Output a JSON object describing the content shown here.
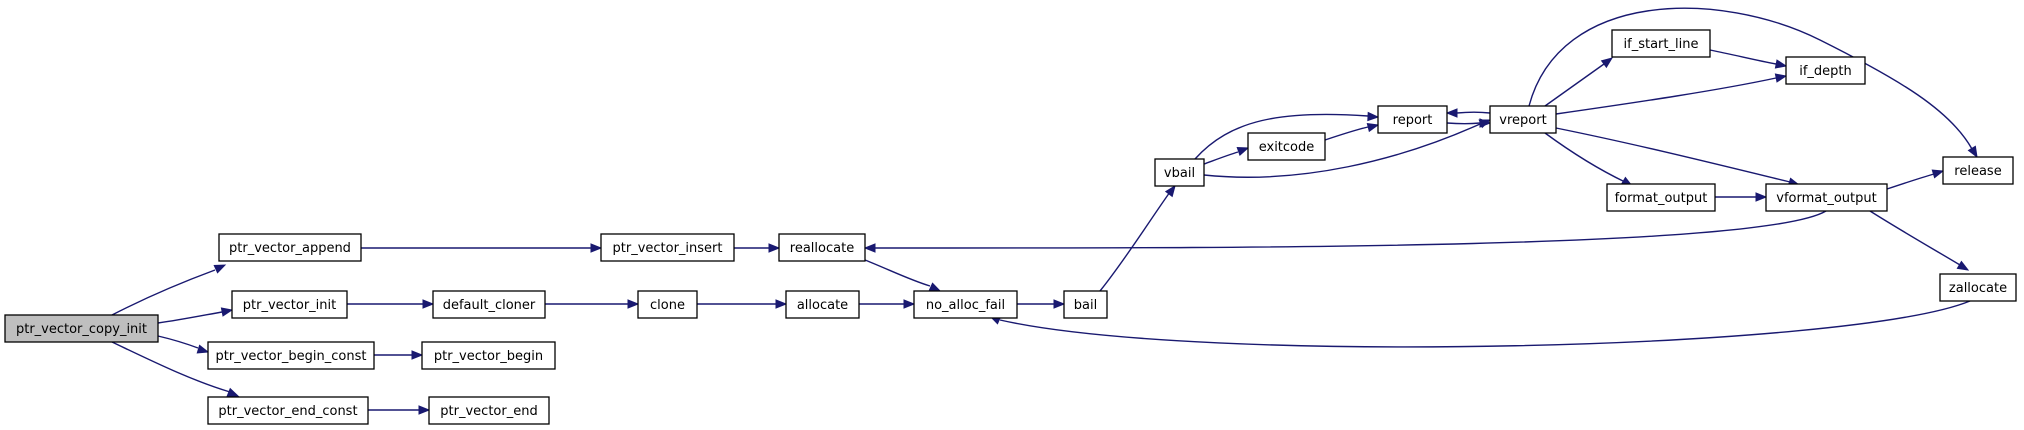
{
  "graph": {
    "colors": {
      "edge": "#191970",
      "root_fill": "#bfbfbf",
      "node_fill": "#ffffff",
      "border": "#000000"
    },
    "nodes": [
      {
        "id": "ptr_vector_copy_init",
        "label": "ptr_vector_copy_init",
        "root": true
      },
      {
        "id": "ptr_vector_append",
        "label": "ptr_vector_append"
      },
      {
        "id": "ptr_vector_init",
        "label": "ptr_vector_init"
      },
      {
        "id": "ptr_vector_begin_const",
        "label": "ptr_vector_begin_const"
      },
      {
        "id": "ptr_vector_end_const",
        "label": "ptr_vector_end_const"
      },
      {
        "id": "ptr_vector_insert",
        "label": "ptr_vector_insert"
      },
      {
        "id": "default_cloner",
        "label": "default_cloner"
      },
      {
        "id": "ptr_vector_begin",
        "label": "ptr_vector_begin"
      },
      {
        "id": "ptr_vector_end",
        "label": "ptr_vector_end"
      },
      {
        "id": "reallocate",
        "label": "reallocate"
      },
      {
        "id": "clone",
        "label": "clone"
      },
      {
        "id": "allocate",
        "label": "allocate"
      },
      {
        "id": "no_alloc_fail",
        "label": "no_alloc_fail"
      },
      {
        "id": "bail",
        "label": "bail"
      },
      {
        "id": "vbail",
        "label": "vbail"
      },
      {
        "id": "exitcode",
        "label": "exitcode"
      },
      {
        "id": "report",
        "label": "report"
      },
      {
        "id": "vreport",
        "label": "vreport"
      },
      {
        "id": "if_start_line",
        "label": "if_start_line"
      },
      {
        "id": "if_depth",
        "label": "if_depth"
      },
      {
        "id": "format_output",
        "label": "format_output"
      },
      {
        "id": "vformat_output",
        "label": "vformat_output"
      },
      {
        "id": "release",
        "label": "release"
      },
      {
        "id": "zallocate",
        "label": "zallocate"
      }
    ],
    "edges": [
      {
        "from": "ptr_vector_copy_init",
        "to": "ptr_vector_append"
      },
      {
        "from": "ptr_vector_copy_init",
        "to": "ptr_vector_init"
      },
      {
        "from": "ptr_vector_copy_init",
        "to": "ptr_vector_begin_const"
      },
      {
        "from": "ptr_vector_copy_init",
        "to": "ptr_vector_end_const"
      },
      {
        "from": "ptr_vector_append",
        "to": "ptr_vector_insert"
      },
      {
        "from": "ptr_vector_insert",
        "to": "reallocate"
      },
      {
        "from": "reallocate",
        "to": "no_alloc_fail"
      },
      {
        "from": "ptr_vector_init",
        "to": "default_cloner"
      },
      {
        "from": "default_cloner",
        "to": "clone"
      },
      {
        "from": "clone",
        "to": "allocate"
      },
      {
        "from": "allocate",
        "to": "no_alloc_fail"
      },
      {
        "from": "no_alloc_fail",
        "to": "bail"
      },
      {
        "from": "bail",
        "to": "vbail"
      },
      {
        "from": "vbail",
        "to": "report"
      },
      {
        "from": "vbail",
        "to": "exitcode"
      },
      {
        "from": "vbail",
        "to": "vreport"
      },
      {
        "from": "exitcode",
        "to": "report"
      },
      {
        "from": "report",
        "to": "vreport"
      },
      {
        "from": "vreport",
        "to": "report"
      },
      {
        "from": "vreport",
        "to": "if_start_line"
      },
      {
        "from": "vreport",
        "to": "if_depth"
      },
      {
        "from": "vreport",
        "to": "release"
      },
      {
        "from": "vreport",
        "to": "format_output"
      },
      {
        "from": "vreport",
        "to": "vformat_output"
      },
      {
        "from": "if_start_line",
        "to": "if_depth"
      },
      {
        "from": "format_output",
        "to": "vformat_output"
      },
      {
        "from": "vformat_output",
        "to": "release"
      },
      {
        "from": "vformat_output",
        "to": "reallocate"
      },
      {
        "from": "vformat_output",
        "to": "zallocate"
      },
      {
        "from": "zallocate",
        "to": "no_alloc_fail"
      },
      {
        "from": "ptr_vector_begin_const",
        "to": "ptr_vector_begin"
      },
      {
        "from": "ptr_vector_end_const",
        "to": "ptr_vector_end"
      }
    ]
  }
}
